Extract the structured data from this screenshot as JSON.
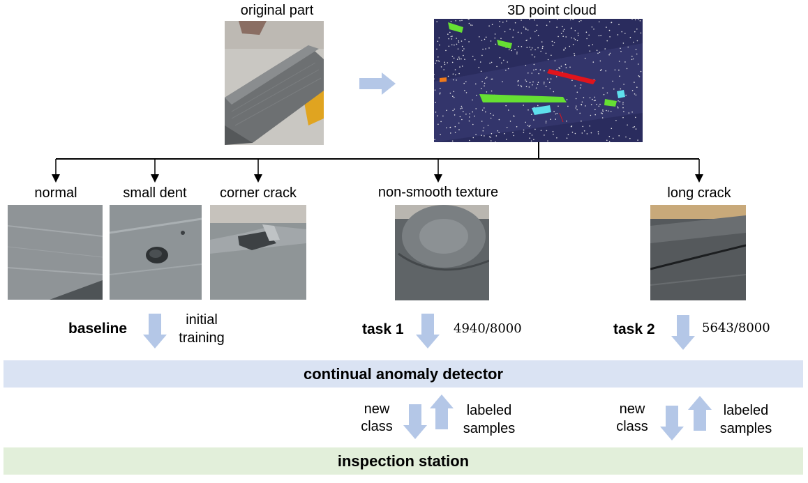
{
  "top": {
    "original_label": "original part",
    "cloud_label": "3D point cloud"
  },
  "categories": [
    {
      "label": "normal"
    },
    {
      "label": "small dent"
    },
    {
      "label": "corner crack"
    },
    {
      "label": "non-smooth texture"
    },
    {
      "label": "long crack"
    }
  ],
  "baseline": {
    "label": "baseline",
    "note_line1": "initial",
    "note_line2": "training"
  },
  "task1": {
    "label": "task 1",
    "count": "4940/8000"
  },
  "task2": {
    "label": "task 2",
    "count": "5643/8000"
  },
  "detector": {
    "label": "continual anomaly detector",
    "color": "#dae3f3"
  },
  "station": {
    "label": "inspection station",
    "color": "#e2efda"
  },
  "feedback": {
    "new_class_line1": "new",
    "new_class_line2": "class",
    "labeled_line1": "labeled",
    "labeled_line2": "samples"
  },
  "colors": {
    "arrow": "#b4c7e7",
    "cloud_bg": "#2a2c5e"
  }
}
